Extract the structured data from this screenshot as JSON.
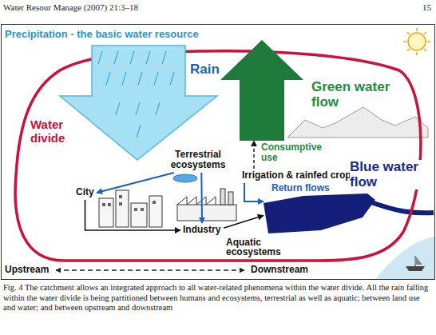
{
  "diagram": {
    "caption": "Fig. 4 The catchment allows an integrated approach to all water-related phenomena within the water divide. All the rain falling within the water divide is being partitioned between humans and ecosystems, terrestrial as well as aquatic; between land use and water; and between upstream and downstream",
    "nodes": [
      {
        "text": [
          "Green water flow"
        ]
      },
      {
        "text": [
          "Terrestrial ecosystems"
        ]
      },
      {
        "text": [
          "Irrigation & rainfed crops"
        ]
      },
      {
        "text": [
          "City"
        ]
      },
      {
        "text": [
          "Industry"
        ]
      },
      {
        "text": [
          "Blue water flow"
        ]
      }
    ],
    "edges": [
      {
        "from": 1,
        "to": 3,
        "arrow": "to"
      },
      {
        "from": 1,
        "to": 4,
        "arrow": "to"
      },
      {
        "from": 3,
        "to": 4,
        "arrow": "to"
      },
      {
        "from": 4,
        "to": 5,
        "arrow": "to"
      },
      {
        "from": 2,
        "to": 5,
        "label": "Return flows",
        "arrow": "to"
      },
      {
        "from": 2,
        "to": 0,
        "label": "Consumptive use",
        "arrow": "to"
      }
    ],
    "labels": [
      "Water Resour Manage (2007) 21:3–18",
      "15",
      "Precipitation - the basic water resource",
      "Rain",
      "Water divide",
      "Aquatic ecosystems",
      "Upstream",
      "Downstream"
    ]
  }
}
